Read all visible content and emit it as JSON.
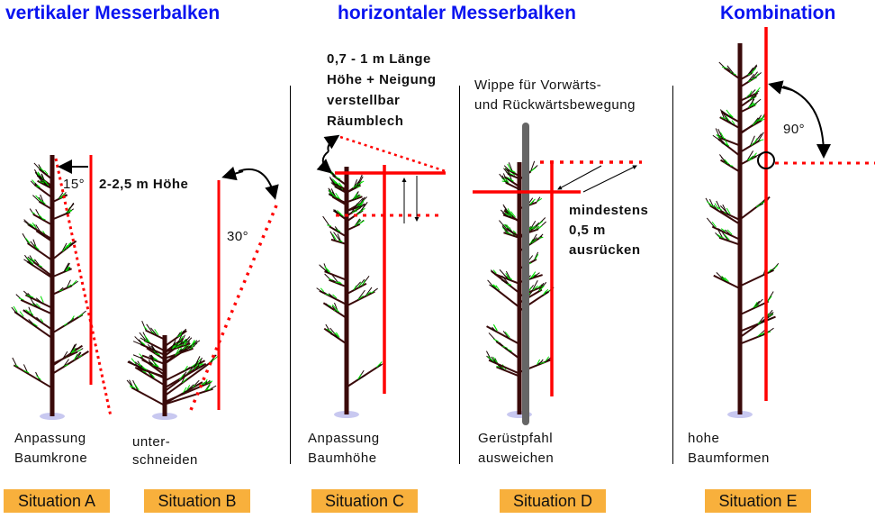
{
  "titles": {
    "vertical": "vertikaler Messerbalken",
    "horizontal": "horizontaler Messerbalken",
    "combination": "Kombination"
  },
  "scene_a": {
    "angle": "15°",
    "height": "2-2,5 m Höhe",
    "caption1": "Anpassung",
    "caption2": "Baumkrone",
    "label": "Situation A"
  },
  "scene_b": {
    "angle": "30°",
    "caption1": "unter-",
    "caption2": "schneiden",
    "label": "Situation B"
  },
  "scene_c": {
    "note1": "0,7 - 1 m Länge",
    "note2": "Höhe + Neigung",
    "note3": "verstellbar",
    "note4": "Räumblech",
    "caption1": "Anpassung",
    "caption2": "Baumhöhe",
    "label": "Situation C"
  },
  "scene_d": {
    "note1": "Wippe für Vorwärts-",
    "note2": "und Rückwärtsbewegung",
    "dist1": "mindestens",
    "dist2": "0,5 m",
    "dist3": "ausrücken",
    "caption1": "Gerüstpfahl",
    "caption2": "ausweichen",
    "label": "Situation D"
  },
  "scene_e": {
    "angle": "90°",
    "caption1": "hohe",
    "caption2": "Baumformen",
    "label": "Situation E"
  },
  "colors": {
    "title": "#0a14f0",
    "blade": "#ff0000",
    "label_bg": "#f8b03c",
    "pole": "#666666",
    "trunk": "#3a0a0a",
    "leaf": "#00dd00"
  }
}
